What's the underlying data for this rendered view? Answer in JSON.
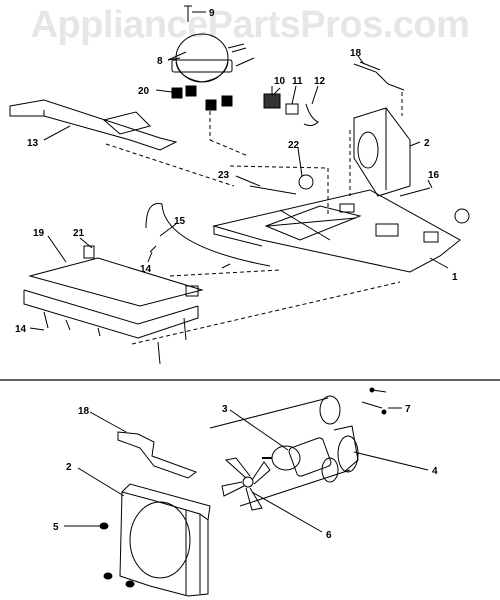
{
  "watermark": "AppliancePartsPros.com",
  "callouts": {
    "c9": "9",
    "c8": "8",
    "c20": "20",
    "c10": "10",
    "c11": "11",
    "c12": "12",
    "c18a": "18",
    "c13": "13",
    "c2a": "2",
    "c22": "22",
    "c23": "23",
    "c16": "16",
    "c19": "19",
    "c21": "21",
    "c15": "15",
    "c14a": "14",
    "c1": "1",
    "c14b": "14",
    "c18b": "18",
    "c3": "3",
    "c7": "7",
    "c2b": "2",
    "c4": "4",
    "c5": "5",
    "c6": "6"
  }
}
